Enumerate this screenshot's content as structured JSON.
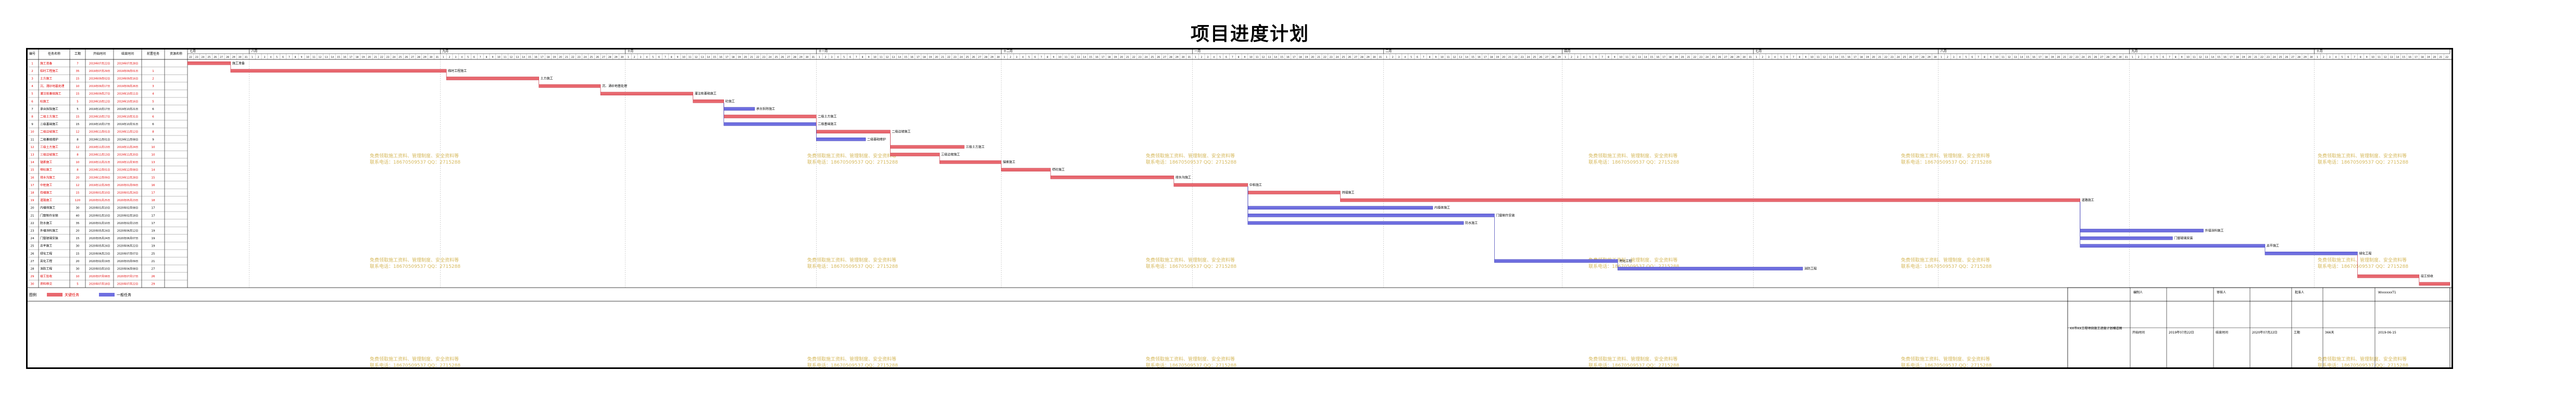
{
  "title": "项目进度计划",
  "headers": {
    "no": "编号",
    "name": "任务名称",
    "duration": "工期",
    "start": "开始时间",
    "end": "结束时间",
    "pred": "前置任务",
    "resource": "资源名称"
  },
  "months": [
    "七月",
    "八月",
    "九月",
    "十月",
    "十一月",
    "十二月",
    "一月",
    "二月",
    "四月"
  ],
  "tasks": [
    {
      "no": "1",
      "name": "施工准备",
      "dur": "7",
      "start": "2019年07月22日",
      "end": "2019年07月28日",
      "pred": "",
      "critical": true
    },
    {
      "no": "2",
      "name": "临时工程施工",
      "dur": "35",
      "start": "2019年07月29日",
      "end": "2019年09月01日",
      "pred": "1",
      "critical": true
    },
    {
      "no": "3",
      "name": "土方施工",
      "dur": "15",
      "start": "2019年09月02日",
      "end": "2019年09月16日",
      "pred": "2",
      "critical": true
    },
    {
      "no": "4",
      "name": "沉、涌砂地基处理",
      "dur": "10",
      "start": "2019年09月17日",
      "end": "2019年09月26日",
      "pred": "3",
      "critical": true
    },
    {
      "no": "5",
      "name": "灌注桩基础施工",
      "dur": "15",
      "start": "2019年09月27日",
      "end": "2019年10月11日",
      "pred": "4",
      "critical": true
    },
    {
      "no": "6",
      "name": "砼施工",
      "dur": "5",
      "start": "2019年10月12日",
      "end": "2019年10月16日",
      "pred": "5",
      "critical": true
    },
    {
      "no": "7",
      "name": "承台拆除施工",
      "dur": "5",
      "start": "2019年10月17日",
      "end": "2019年10月21日",
      "pred": "6",
      "critical": false
    },
    {
      "no": "8",
      "name": "二级土方施工",
      "dur": "15",
      "start": "2019年10月17日",
      "end": "2019年10月31日",
      "pred": "6",
      "critical": true
    },
    {
      "no": "9",
      "name": "二级基础施工",
      "dur": "15",
      "start": "2019年10月17日",
      "end": "2019年10月31日",
      "pred": "6",
      "critical": false
    },
    {
      "no": "10",
      "name": "二级边坡施工",
      "dur": "12",
      "start": "2019年11月01日",
      "end": "2019年11月12日",
      "pred": "8",
      "critical": true
    },
    {
      "no": "11",
      "name": "二级基础维护",
      "dur": "8",
      "start": "2019年11月01日",
      "end": "2019年11月08日",
      "pred": "9",
      "critical": false
    },
    {
      "no": "12",
      "name": "三级土方施工",
      "dur": "12",
      "start": "2019年11月13日",
      "end": "2019年11月24日",
      "pred": "10",
      "critical": true
    },
    {
      "no": "13",
      "name": "三级边坡施工",
      "dur": "8",
      "start": "2019年11月13日",
      "end": "2019年11月20日",
      "pred": "10",
      "critical": true
    },
    {
      "no": "14",
      "name": "锚索施工",
      "dur": "10",
      "start": "2019年11月21日",
      "end": "2019年11月30日",
      "pred": "13",
      "critical": true
    },
    {
      "no": "15",
      "name": "喷砼施工",
      "dur": "8",
      "start": "2019年12月01日",
      "end": "2019年12月08日",
      "pred": "14",
      "critical": true
    },
    {
      "no": "16",
      "name": "排水沟施工",
      "dur": "20",
      "start": "2019年12月09日",
      "end": "2019年12月28日",
      "pred": "15",
      "critical": true
    },
    {
      "no": "17",
      "name": "中桩施工",
      "dur": "12",
      "start": "2019年12月29日",
      "end": "2020年01月09日",
      "pred": "16",
      "critical": true
    },
    {
      "no": "18",
      "name": "挡墙施工",
      "dur": "15",
      "start": "2020年01月10日",
      "end": "2020年01月24日",
      "pred": "17",
      "critical": true
    },
    {
      "no": "19",
      "name": "道路施工",
      "dur": "120",
      "start": "2020年01月25日",
      "end": "2020年05月23日",
      "pred": "18",
      "critical": true
    },
    {
      "no": "20",
      "name": "内墙体施工",
      "dur": "30",
      "start": "2020年01月10日",
      "end": "2020年02月08日",
      "pred": "17",
      "critical": false
    },
    {
      "no": "21",
      "name": "门窗制作安装",
      "dur": "40",
      "start": "2020年01月10日",
      "end": "2020年02月18日",
      "pred": "17",
      "critical": false
    },
    {
      "no": "22",
      "name": "防水施工",
      "dur": "35",
      "start": "2020年01月10日",
      "end": "2020年02月13日",
      "pred": "17",
      "critical": false
    },
    {
      "no": "23",
      "name": "外墙涂料施工",
      "dur": "20",
      "start": "2020年05月24日",
      "end": "2020年06月12日",
      "pred": "19",
      "critical": false
    },
    {
      "no": "24",
      "name": "门窗玻璃安装",
      "dur": "15",
      "start": "2020年05月24日",
      "end": "2020年06月07日",
      "pred": "19",
      "critical": false
    },
    {
      "no": "25",
      "name": "总平施工",
      "dur": "30",
      "start": "2020年05月24日",
      "end": "2020年06月22日",
      "pred": "19",
      "critical": false
    },
    {
      "no": "26",
      "name": "绿化工程",
      "dur": "15",
      "start": "2020年06月23日",
      "end": "2020年07月07日",
      "pred": "25",
      "critical": false
    },
    {
      "no": "27",
      "name": "亮化工程",
      "dur": "20",
      "start": "2020年02月19日",
      "end": "2020年03月09日",
      "pred": "21",
      "critical": false
    },
    {
      "no": "28",
      "name": "消防工程",
      "dur": "30",
      "start": "2020年03月10日",
      "end": "2020年04月08日",
      "pred": "27",
      "critical": false
    },
    {
      "no": "29",
      "name": "竣工验收",
      "dur": "10",
      "start": "2020年07月08日",
      "end": "2020年07月17日",
      "pred": "26",
      "critical": true
    },
    {
      "no": "30",
      "name": "资料移交",
      "dur": "5",
      "start": "2020年07月18日",
      "end": "2020年07月22日",
      "pred": "29",
      "critical": true
    }
  ],
  "legend": {
    "label": "图例",
    "critical": "关键任务",
    "normal": "一般任务"
  },
  "footer": {
    "project_label": "XX市XX工程项目施工进度计划横道图",
    "compiled_by": "编制人",
    "reviewer": "审核人",
    "approver": "批准人",
    "approver_value": "WxxxxxxT1",
    "start_label": "开始时间",
    "start_value": "2019年07月22日",
    "end_label": "结束时间",
    "end_value": "2020年07月22日",
    "duration_label": "工期",
    "duration_value": "366天",
    "date_value": "2019-06-15"
  },
  "watermark": {
    "line1": "免费领取施工资料、管理制度、安全资料等",
    "line2": "联系电话：18670509537 QQ：2715288"
  },
  "colors": {
    "critical": "#e8686f",
    "normal": "#6f6fe0",
    "critical_text": "#e00000",
    "grid": "#000000"
  },
  "chart_data": {
    "type": "gantt",
    "title": "项目进度计划",
    "x_start": "2019-07-22",
    "x_end": "2020-07-22",
    "tasks": [
      {
        "name": "施工准备",
        "start": "2019-07-22",
        "end": "2019-07-28",
        "critical": true
      },
      {
        "name": "临时工程施工",
        "start": "2019-07-29",
        "end": "2019-09-01",
        "critical": true
      },
      {
        "name": "土方施工",
        "start": "2019-09-02",
        "end": "2019-09-16",
        "critical": true
      },
      {
        "name": "沉、涌砂地基处理",
        "start": "2019-09-17",
        "end": "2019-09-26",
        "critical": true
      },
      {
        "name": "灌注桩基础施工",
        "start": "2019-09-27",
        "end": "2019-10-11",
        "critical": true
      },
      {
        "name": "砼施工",
        "start": "2019-10-12",
        "end": "2019-10-16",
        "critical": true
      },
      {
        "name": "承台拆除施工",
        "start": "2019-10-17",
        "end": "2019-10-21",
        "critical": false
      },
      {
        "name": "二级土方施工",
        "start": "2019-10-17",
        "end": "2019-10-31",
        "critical": true
      },
      {
        "name": "二级基础施工",
        "start": "2019-10-17",
        "end": "2019-10-31",
        "critical": false
      },
      {
        "name": "二级边坡施工",
        "start": "2019-11-01",
        "end": "2019-11-12",
        "critical": true
      },
      {
        "name": "二级基础维护",
        "start": "2019-11-01",
        "end": "2019-11-08",
        "critical": false
      },
      {
        "name": "三级土方施工",
        "start": "2019-11-13",
        "end": "2019-11-24",
        "critical": true
      },
      {
        "name": "三级边坡施工",
        "start": "2019-11-13",
        "end": "2019-11-20",
        "critical": true
      },
      {
        "name": "锚索施工",
        "start": "2019-11-21",
        "end": "2019-11-30",
        "critical": true
      },
      {
        "name": "喷砼施工",
        "start": "2019-12-01",
        "end": "2019-12-08",
        "critical": true
      },
      {
        "name": "排水沟施工",
        "start": "2019-12-09",
        "end": "2019-12-28",
        "critical": true
      },
      {
        "name": "中桩施工",
        "start": "2019-12-29",
        "end": "2020-01-09",
        "critical": true
      },
      {
        "name": "挡墙施工",
        "start": "2020-01-10",
        "end": "2020-01-24",
        "critical": true
      },
      {
        "name": "道路施工",
        "start": "2020-01-25",
        "end": "2020-05-23",
        "critical": true
      },
      {
        "name": "内墙体施工",
        "start": "2020-01-10",
        "end": "2020-02-08",
        "critical": false
      },
      {
        "name": "门窗制作安装",
        "start": "2020-01-10",
        "end": "2020-02-18",
        "critical": false
      },
      {
        "name": "防水施工",
        "start": "2020-01-10",
        "end": "2020-02-13",
        "critical": false
      },
      {
        "name": "外墙涂料施工",
        "start": "2020-05-24",
        "end": "2020-06-12",
        "critical": false
      },
      {
        "name": "门窗玻璃安装",
        "start": "2020-05-24",
        "end": "2020-06-07",
        "critical": false
      },
      {
        "name": "总平施工",
        "start": "2020-05-24",
        "end": "2020-06-22",
        "critical": false
      },
      {
        "name": "绿化工程",
        "start": "2020-06-23",
        "end": "2020-07-07",
        "critical": false
      },
      {
        "name": "亮化工程",
        "start": "2020-02-19",
        "end": "2020-03-09",
        "critical": false
      },
      {
        "name": "消防工程",
        "start": "2020-03-10",
        "end": "2020-04-08",
        "critical": false
      },
      {
        "name": "竣工验收",
        "start": "2020-07-08",
        "end": "2020-07-17",
        "critical": true
      },
      {
        "name": "资料移交",
        "start": "2020-07-18",
        "end": "2020-07-22",
        "critical": true
      }
    ]
  }
}
